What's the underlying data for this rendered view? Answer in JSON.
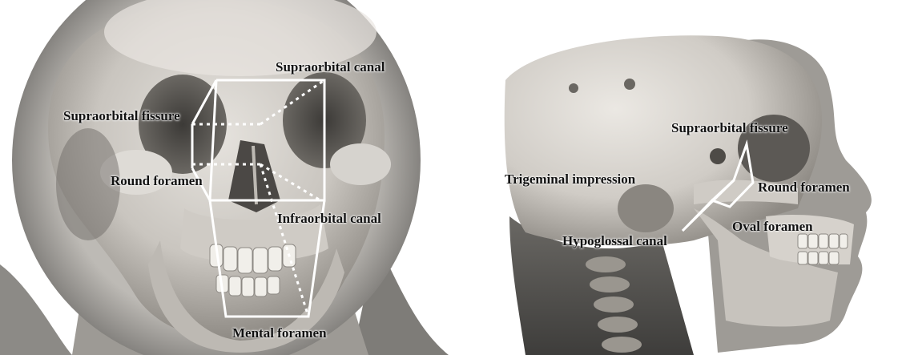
{
  "panels": {
    "frontal": {
      "labels": {
        "supraorbital_canal": "Supraorbital canal",
        "supraorbital_fissure": "Supraorbital fissure",
        "round_foramen": "Round foramen",
        "infraorbital_canal": "Infraorbital canal",
        "mental_foramen": "Mental foramen"
      }
    },
    "lateral": {
      "labels": {
        "supraorbital_fissure": "Supraorbital fissure",
        "trigeminal_impression": "Trigeminal impression",
        "round_foramen": "Round foramen",
        "hypoglossal_canal": "Hypoglossal canal",
        "oval_foramen": "Oval foramen"
      }
    }
  },
  "colors": {
    "background": "#ffffff",
    "bone": "#d9d6d0",
    "bone_shadow": "#8a8680",
    "tissue": "#5a5a5a",
    "overlay_lines": "#ffffff",
    "label_text": "#111111"
  }
}
